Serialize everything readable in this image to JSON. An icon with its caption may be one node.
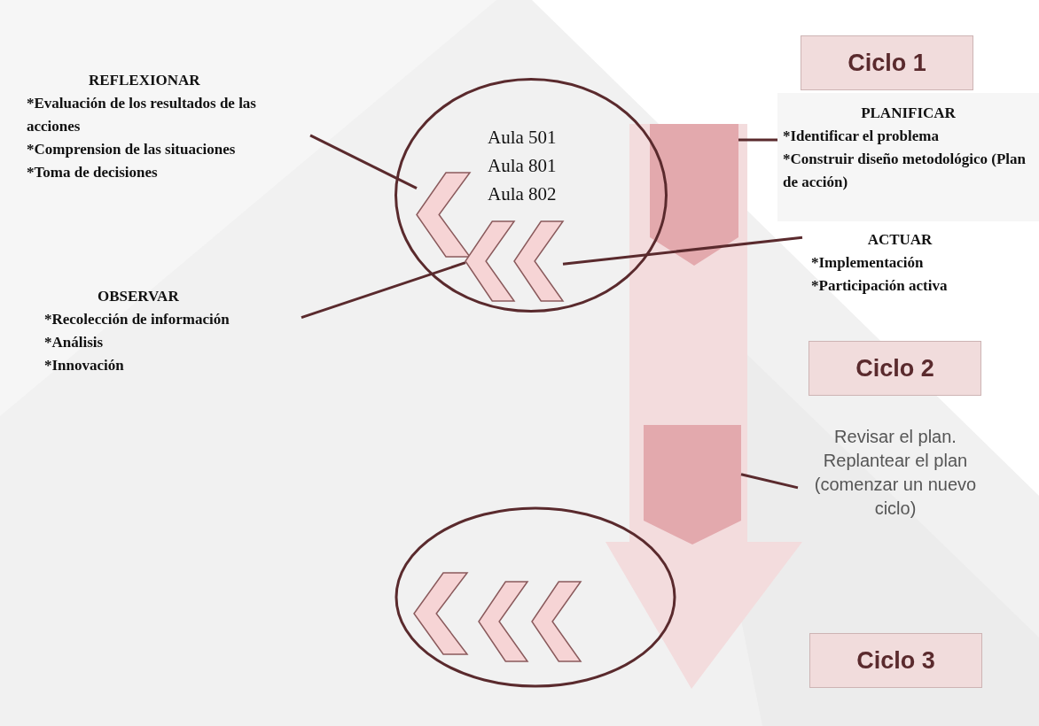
{
  "diagram": {
    "nodes": [
      {
        "text": [
          "REFLEXIONAR",
          "*Evaluación de los resultados de las acciones",
          "*Comprension de las situaciones",
          "*Toma de decisiones"
        ]
      },
      {
        "text": [
          "Ciclo 1"
        ]
      },
      {
        "text": [],
        "shape": "arrow"
      },
      {
        "text": [],
        "shape": "arrow",
        "in": 2
      },
      {
        "text": [
          "Aula 501",
          "Aula 801",
          "Aula 802"
        ]
      },
      {
        "text": [],
        "shape": "chevron",
        "in": 4
      },
      {
        "text": [],
        "shape": "chevron",
        "in": 4
      },
      {
        "text": [],
        "shape": "chevron",
        "in": 4
      },
      {
        "text": [
          "PLANIFICAR",
          "*Identificar el problema",
          "*Construir diseño metodológico (Plan de acción)"
        ]
      },
      {
        "text": [
          "ACTUAR",
          "*Implementación",
          "*Participación activa"
        ]
      },
      {
        "text": [
          "OBSERVAR",
          "*Recolección de información",
          "*Análisis",
          "*Innovación"
        ]
      },
      {
        "text": [
          "Ciclo 2"
        ]
      },
      {
        "text": [],
        "shape": "arrow",
        "in": 2
      },
      {
        "text": [
          "Revisar el plan. Replantear el plan (comenzar un nuevo ciclo)"
        ]
      },
      {
        "text": [],
        "shape": "circle"
      },
      {
        "text": [],
        "shape": "chevron",
        "in": 14
      },
      {
        "text": [],
        "shape": "chevron",
        "in": 14
      },
      {
        "text": [],
        "shape": "chevron",
        "in": 14
      },
      {
        "text": [
          "Ciclo 3"
        ]
      }
    ],
    "edges": [
      {
        "from": 0,
        "to": 5,
        "arrow": "none"
      },
      {
        "from": 8,
        "to": 3,
        "arrow": "none"
      },
      {
        "from": 9,
        "to": 7,
        "arrow": "none"
      },
      {
        "from": 10,
        "to": 6,
        "arrow": "none"
      },
      {
        "from": 13,
        "to": 12,
        "arrow": "none"
      }
    ]
  }
}
